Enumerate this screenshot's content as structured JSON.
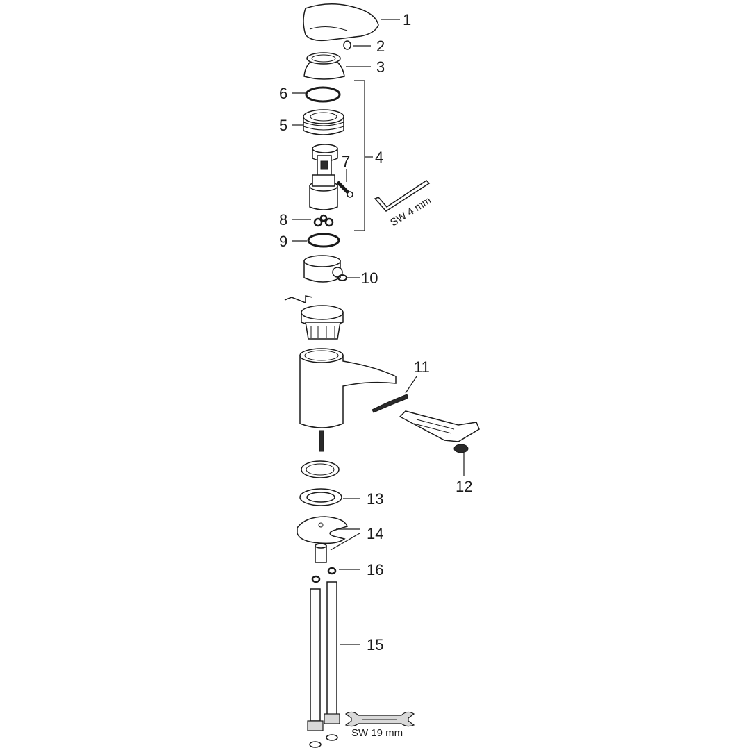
{
  "labels": {
    "p1": "1",
    "p2": "2",
    "p3": "3",
    "p4": "4",
    "p5": "5",
    "p6": "6",
    "p7": "7",
    "p8": "8",
    "p9": "9",
    "p10": "10",
    "p11": "11",
    "p12": "12",
    "p13": "13",
    "p14": "14",
    "p15": "15",
    "p16": "16"
  },
  "tools": {
    "hex_key": "SW 4 mm",
    "wrench": "SW 19 mm"
  },
  "colors": {
    "ink": "#1a1a1a",
    "fill": "#ffffff",
    "shade": "#d9d9d9"
  }
}
